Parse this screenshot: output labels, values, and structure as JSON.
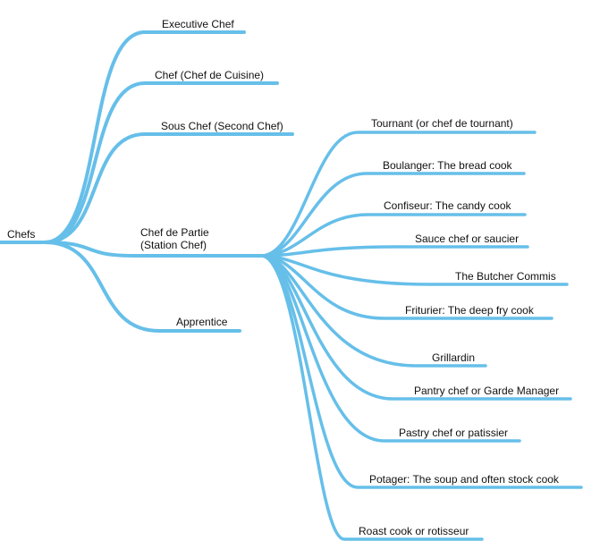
{
  "colors": {
    "branch": "#66bfe9",
    "text": "#111111",
    "background": "#ffffff"
  },
  "root": {
    "label": "Chefs"
  },
  "level1": [
    {
      "id": "executive",
      "label": "Executive Chef"
    },
    {
      "id": "chef-de-cuisine",
      "label": "Chef (Chef de Cuisine)"
    },
    {
      "id": "sous-chef",
      "label": "Sous Chef (Second Chef)"
    },
    {
      "id": "chef-de-partie",
      "label": "Chef de Partie",
      "label2": "(Station Chef)"
    },
    {
      "id": "apprentice",
      "label": "Apprentice"
    }
  ],
  "stations": [
    {
      "id": "tournant",
      "label": "Tournant (or chef de tournant)"
    },
    {
      "id": "boulanger",
      "label": "Boulanger: The bread cook"
    },
    {
      "id": "confiseur",
      "label": "Confiseur: The candy cook"
    },
    {
      "id": "saucier",
      "label": "Sauce chef or saucier"
    },
    {
      "id": "butcher",
      "label": "The Butcher Commis"
    },
    {
      "id": "friturier",
      "label": "Friturier: The deep fry cook"
    },
    {
      "id": "grillardin",
      "label": "Grillardin"
    },
    {
      "id": "garde-manager",
      "label": "Pantry chef or Garde Manager"
    },
    {
      "id": "patissier",
      "label": "Pastry chef or patissier"
    },
    {
      "id": "potager",
      "label": "Potager: The soup and often stock cook"
    },
    {
      "id": "rotisseur",
      "label": "Roast cook or rotisseur"
    }
  ]
}
